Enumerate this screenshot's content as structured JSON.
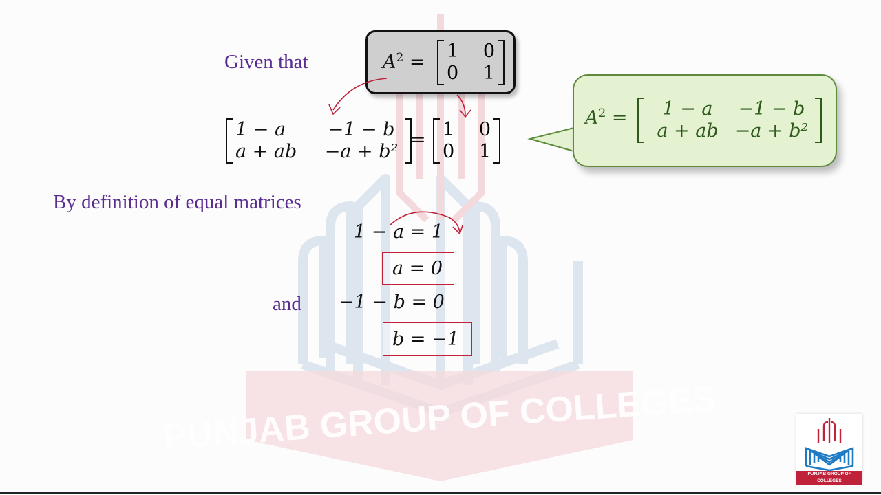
{
  "labels": {
    "given_that": "Given that",
    "by_definition": "By definition of equal matrices",
    "and": "and"
  },
  "given": {
    "lhs": "A",
    "exp": "2",
    "rows": [
      [
        "1",
        "0"
      ],
      [
        "0",
        "1"
      ]
    ]
  },
  "expanded": {
    "rows": [
      [
        "1 − a",
        "−1 − b"
      ],
      [
        "a + ab",
        "−a + b²"
      ]
    ],
    "rhs_rows": [
      [
        "1",
        "0"
      ],
      [
        "0",
        "1"
      ]
    ]
  },
  "callout": {
    "lhs": "A",
    "exp": "2",
    "rows": [
      [
        "1 − a",
        "−1 − b"
      ],
      [
        "a + ab",
        "−a + b²"
      ]
    ]
  },
  "equations": {
    "eq1": "1 − a = 1",
    "ans1": "a = 0",
    "eq2": "−1 − b = 0",
    "ans2": "b = −1"
  },
  "watermark": {
    "text": "PUNJAB GROUP OF COLLEGES"
  },
  "logo": {
    "text": "PUNJAB GROUP OF COLLEGES"
  },
  "colors": {
    "label": "#5a2d91",
    "answer_border": "#c0223a",
    "callout_fill": "#e4f2d2",
    "callout_border": "#5e8a3c",
    "given_fill": "#cfcfcf"
  }
}
